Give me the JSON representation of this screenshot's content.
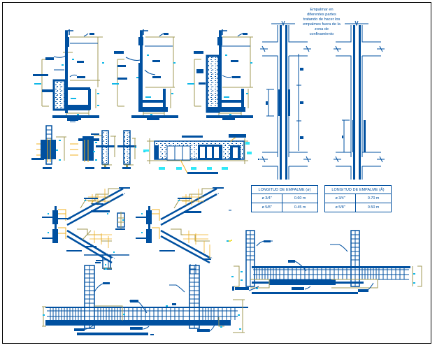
{
  "sheet": {
    "title": "Structural splicing details",
    "colors": {
      "rebar_blue": "#0050a0",
      "dimension_olive": "#a09a55",
      "text_cyan": "#10b8e8",
      "stirrup_yellow": "#f0b020",
      "frame_black": "#000000"
    }
  },
  "splice_note": {
    "lines": [
      "Empalmar en",
      "diferentes partes",
      "tratando de hacer los",
      "empalmes fuera de la",
      "zona de",
      "confinamiento"
    ]
  },
  "tables": [
    {
      "header": "LONGITUD DE EMPALME (ø)",
      "rows": [
        {
          "bar": "ø 3/4\"",
          "length": "0.60 m"
        },
        {
          "bar": "ø 5/8\"",
          "length": "0.45 m"
        }
      ]
    },
    {
      "header": "LONGITUD DE EMPALME (Å)",
      "rows": [
        {
          "bar": "ø 3/4\"",
          "length": "0.70 m"
        },
        {
          "bar": "ø 5/8\"",
          "length": "0.50 m"
        }
      ]
    }
  ],
  "views": [
    {
      "name": "footing-section-1"
    },
    {
      "name": "footing-section-2"
    },
    {
      "name": "footing-section-3"
    },
    {
      "name": "column-splice-elevation-left"
    },
    {
      "name": "column-splice-elevation-right"
    },
    {
      "name": "column-details-row"
    },
    {
      "name": "beam-section-row"
    },
    {
      "name": "stair-detail-left"
    },
    {
      "name": "stair-detail-right"
    },
    {
      "name": "foundation-beam-elevation-right"
    },
    {
      "name": "foundation-beam-elevation-bottom"
    }
  ]
}
